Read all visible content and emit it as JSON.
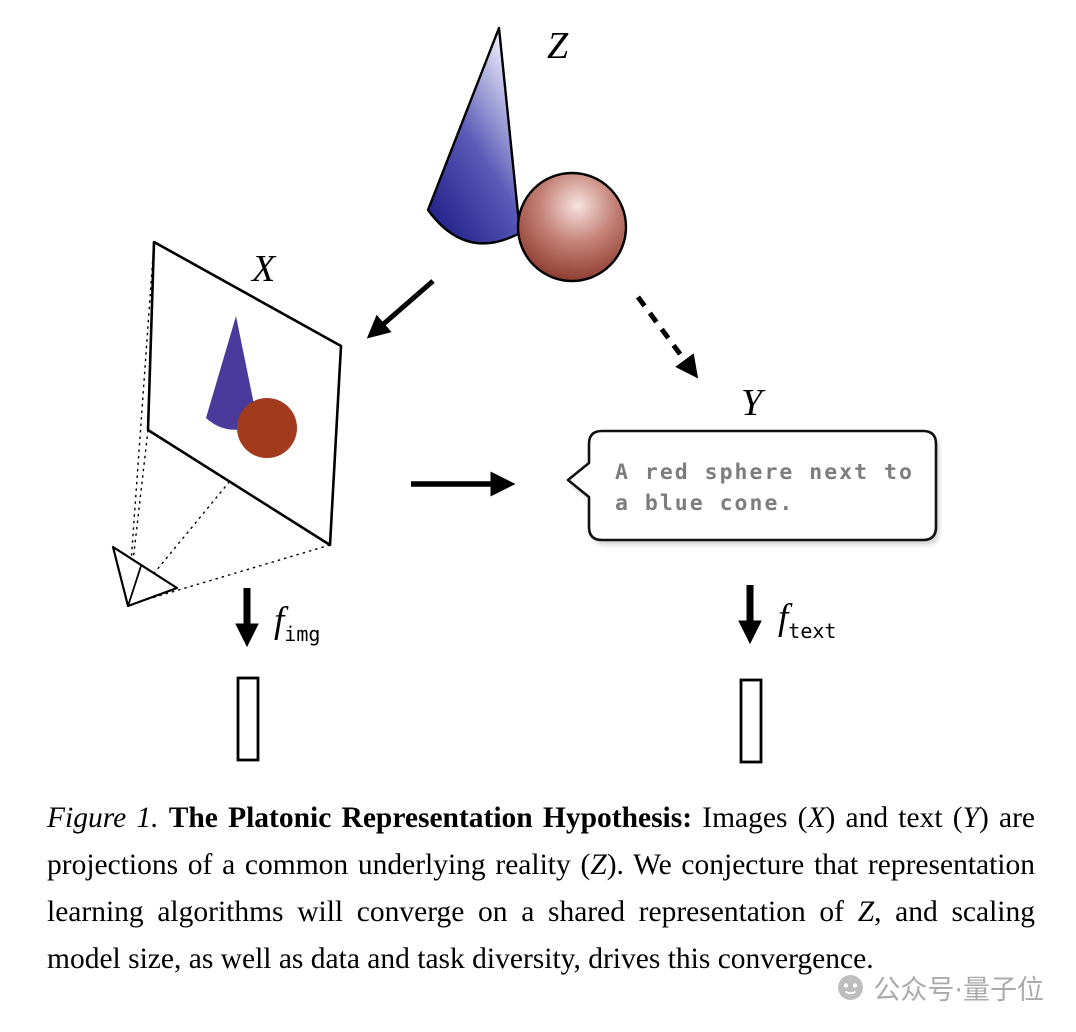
{
  "diagram": {
    "labels": {
      "z": "Z",
      "x": "X",
      "y": "Y"
    },
    "encoders": {
      "img": {
        "f": "f",
        "sub": "img"
      },
      "text": {
        "f": "f",
        "sub": "text"
      }
    },
    "speech_bubble": {
      "line1": "A red sphere next to",
      "line2": "a blue cone."
    },
    "colors": {
      "cone_dark": "#1c1c85",
      "cone_mid": "#5a5ab8",
      "cone_light": "#f0f0fc",
      "sphere_highlight": "#f6e3de",
      "sphere_mid": "#c58379",
      "sphere_deep": "#9a4a3e",
      "sphere_edge": "#5f1c14",
      "projected_cone": "#4a3a9c",
      "projected_sphere": "#a23a1e",
      "bubble_text": "#7d7d7d"
    }
  },
  "caption": {
    "segments": [
      {
        "style": "italic",
        "text": "Figure 1. "
      },
      {
        "style": "bold",
        "text": "The Platonic Representation Hypothesis:"
      },
      {
        "style": "normal",
        "text": " Images ("
      },
      {
        "style": "math",
        "text": "X"
      },
      {
        "style": "normal",
        "text": ") and text ("
      },
      {
        "style": "math",
        "text": "Y"
      },
      {
        "style": "normal",
        "text": ") are projections of a common underlying reality ("
      },
      {
        "style": "math",
        "text": "Z"
      },
      {
        "style": "normal",
        "text": "). We conjecture that representation learning algorithms will converge on a shared representation of "
      },
      {
        "style": "math",
        "text": "Z"
      },
      {
        "style": "normal",
        "text": ", and scaling model size, as well as data and task diversity, drives this convergence."
      }
    ]
  },
  "watermark": {
    "text": "公众号·量子位"
  }
}
